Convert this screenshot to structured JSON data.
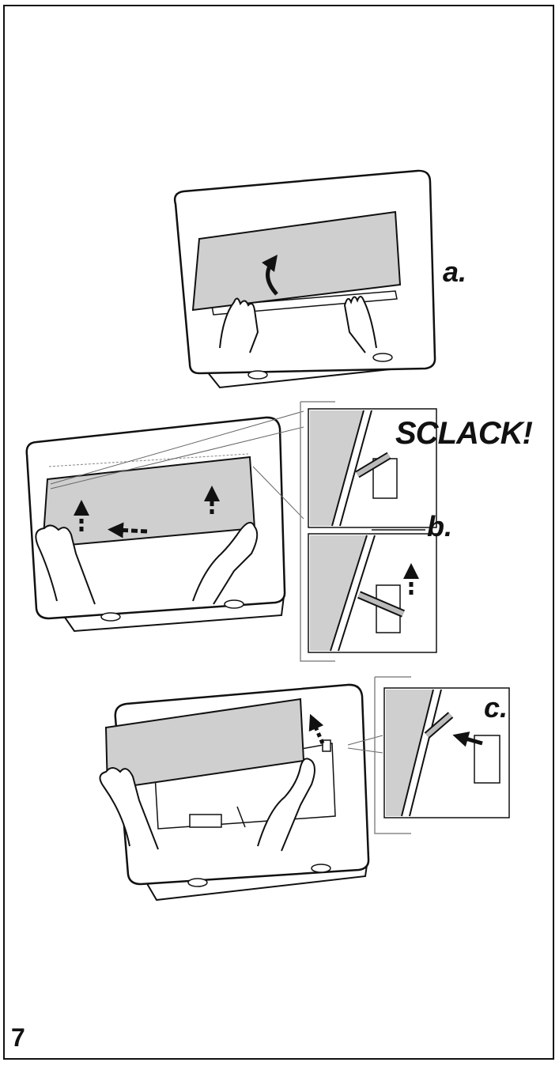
{
  "steps": {
    "a": {
      "label": "a."
    },
    "b": {
      "label": "b.",
      "sound": "SCLACK!"
    },
    "c": {
      "label": "c."
    }
  },
  "page_number": "7",
  "colors": {
    "panel_fill": "#cfcfcf",
    "line": "#111111",
    "background": "#ffffff"
  }
}
